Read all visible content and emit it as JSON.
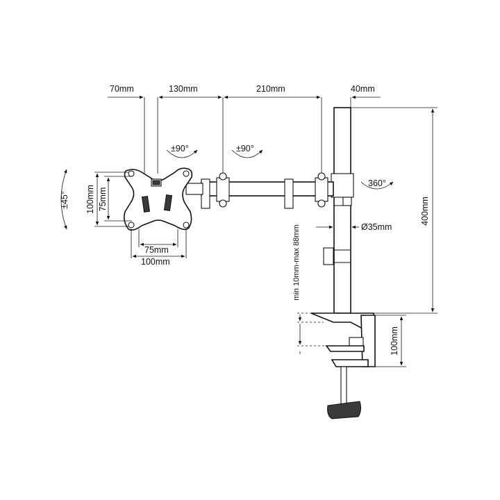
{
  "dimensions": {
    "top_70": "70mm",
    "top_130": "130mm",
    "top_210": "210mm",
    "top_40": "40mm",
    "height_400": "400mm",
    "vesa_h_100": "100mm",
    "vesa_h_75": "75mm",
    "vesa_w_75": "75mm",
    "vesa_w_100": "100mm",
    "pole_diameter": "Ø35mm",
    "desk_range": "min 10mm-max 88mm",
    "clamp_100": "100mm"
  },
  "rotations": {
    "tilt": "±45°",
    "swivel_head": "±90°",
    "swivel_arm": "±90°",
    "pole_rotation": "360°"
  }
}
